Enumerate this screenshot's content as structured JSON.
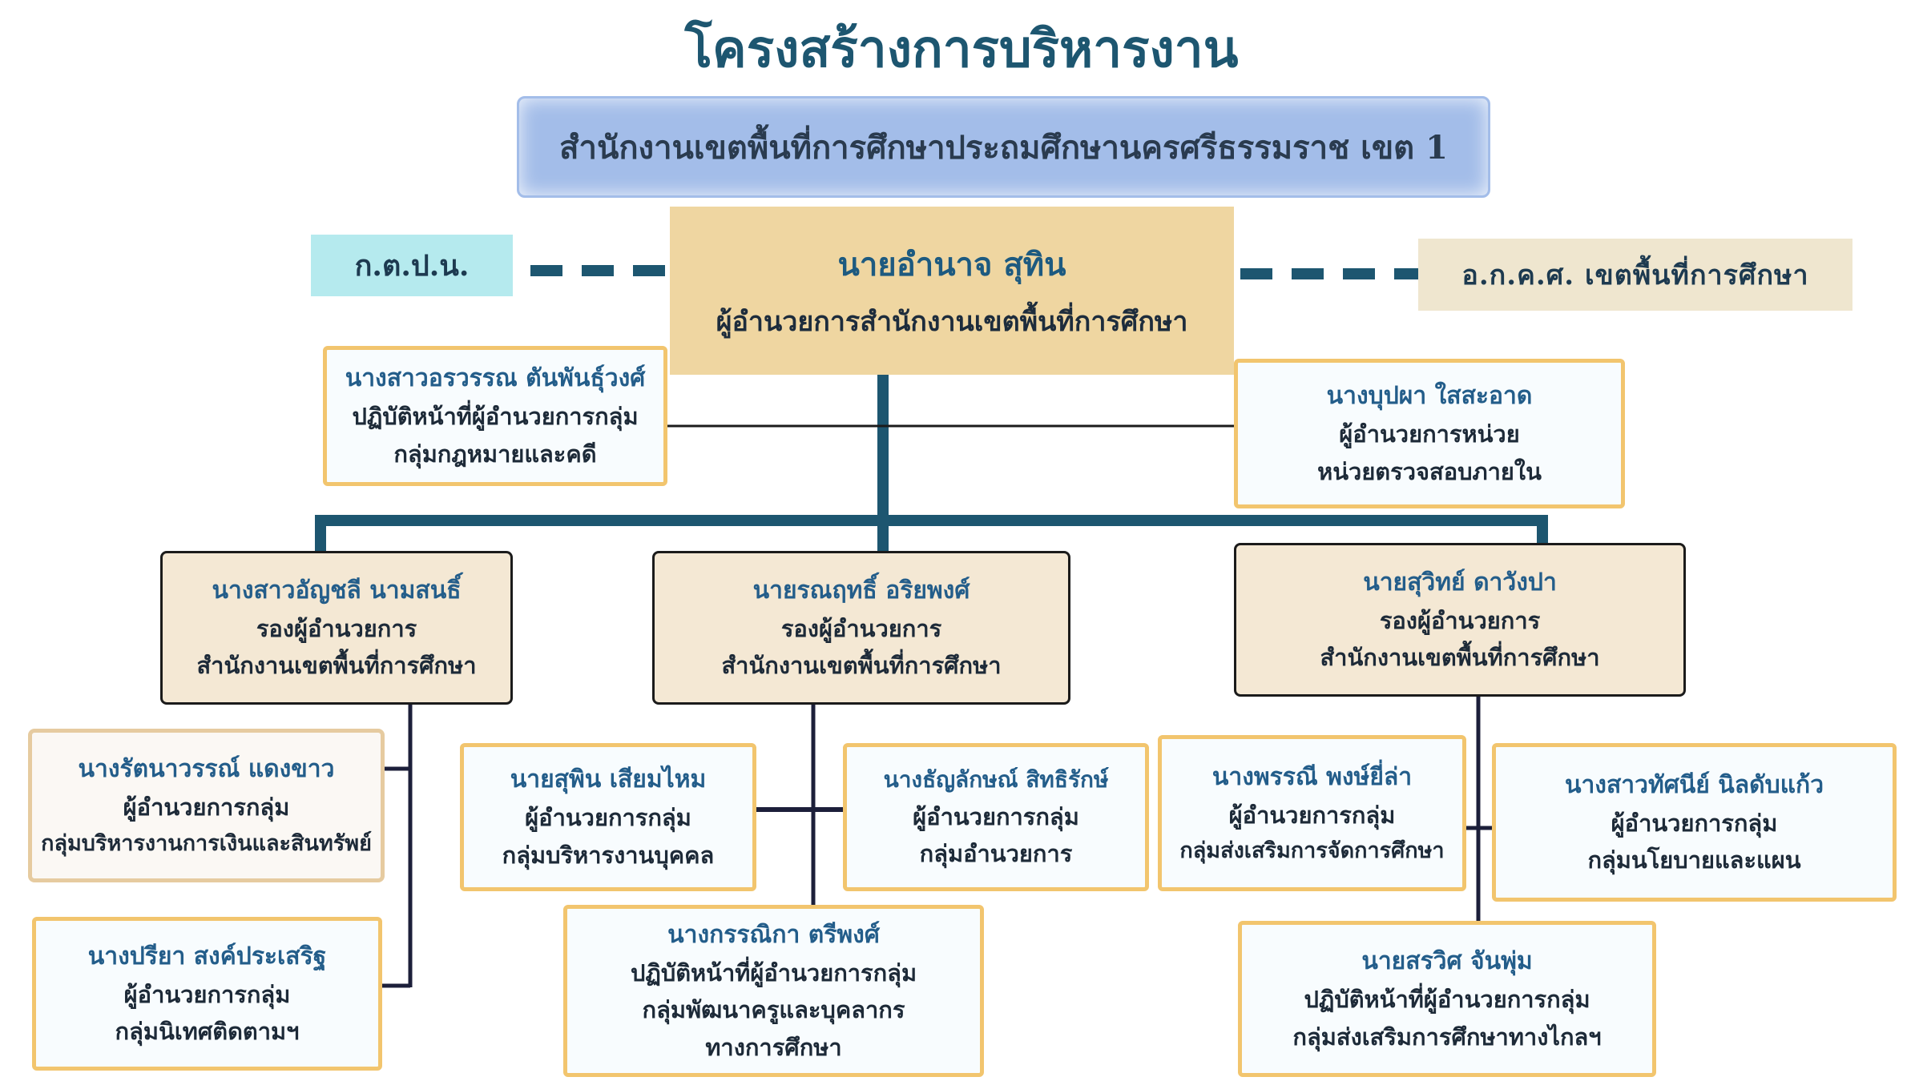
{
  "page": {
    "title": "โครงสร้างการบริหารงาน",
    "organization": "สำนักงานเขตพื้นที่การศึกษาประถมศึกษานครศรีธรรมราช เขต 1"
  },
  "side_units": {
    "left": "ก.ต.ป.น.",
    "right": "อ.ก.ค.ศ. เขตพื้นที่การศึกษา"
  },
  "director": {
    "name": "นายอำนาจ  สุทิน",
    "role": "ผู้อำนวยการสำนักงานเขตพื้นที่การศึกษา"
  },
  "staff": {
    "legal": {
      "name": "นางสาวอรวรรณ ตันพันธุ์วงศ์",
      "role": "ปฏิบัติหน้าที่ผู้อำนวยการกลุ่ม",
      "unit": "กลุ่มกฎหมายและคดี"
    },
    "audit": {
      "name": "นางบุปผา ใสสะอาด",
      "role": "ผู้อำนวยการหน่วย",
      "unit": "หน่วยตรวจสอบภายใน"
    }
  },
  "deputies": [
    {
      "name": "นางสาวอัญชลี  นามสนธิ์",
      "role": "รองผู้อำนวยการ",
      "unit": "สำนักงานเขตพื้นที่การศึกษา"
    },
    {
      "name": "นายรณฤทธิ์  อริยพงศ์",
      "role": "รองผู้อำนวยการ",
      "unit": "สำนักงานเขตพื้นที่การศึกษา"
    },
    {
      "name": "นายสุวิทย์  ดาวังปา",
      "role": "รองผู้อำนวยการ",
      "unit": "สำนักงานเขตพื้นที่การศึกษา"
    }
  ],
  "groups": {
    "finance": {
      "name": "นางรัตนาวรรณ์ แดงขาว",
      "role": "ผู้อำนวยการกลุ่ม",
      "unit": "กลุ่มบริหารงานการเงินและสินทรัพย์"
    },
    "supervision": {
      "name": "นางปรียา สงค์ประเสริฐ",
      "role": "ผู้อำนวยการกลุ่ม",
      "unit": "กลุ่มนิเทศติดตามฯ"
    },
    "personnel": {
      "name": "นายสุพิน  เสียมไหม",
      "role": "ผู้อำนวยการกลุ่ม",
      "unit": "กลุ่มบริหารงานบุคคล"
    },
    "admin": {
      "name": "นางธัญลักษณ์ สิทธิรักษ์",
      "role": "ผู้อำนวยการกลุ่ม",
      "unit": "กลุ่มอำนวยการ"
    },
    "teacher_dev": {
      "name": "นางกรรณิกา ตรีพงศ์",
      "role": "ปฏิบัติหน้าที่ผู้อำนวยการกลุ่ม",
      "unit": "กลุ่มพัฒนาครูและบุคลากร",
      "unit2": "ทางการศึกษา"
    },
    "edu_promo": {
      "name": "นางพรรณี พงษ์ยี่ล่า",
      "role": "ผู้อำนวยการกลุ่ม",
      "unit": "กลุ่มส่งเสริมการจัดการศึกษา"
    },
    "policy": {
      "name": "นางสาวทัศนีย์  นิลดับแก้ว",
      "role": "ผู้อำนวยการกลุ่ม",
      "unit": "กลุ่มนโยบายและแผน"
    },
    "distance": {
      "name": "นายสรวิศ จันพุ่ม",
      "role": "ปฏิบัติหน้าที่ผู้อำนวยการกลุ่ม",
      "unit": "กลุ่มส่งเสริมการศึกษาทางไกลฯ"
    }
  },
  "colors": {
    "title": "#1d5670",
    "connector_main": "#1d5670",
    "connector_dark": "#1c1f3a",
    "banner": "#a3bde9",
    "director_box": "#efd6a1",
    "deputy_box": "#f4e8d4",
    "orange_border": "#f2c56e"
  }
}
